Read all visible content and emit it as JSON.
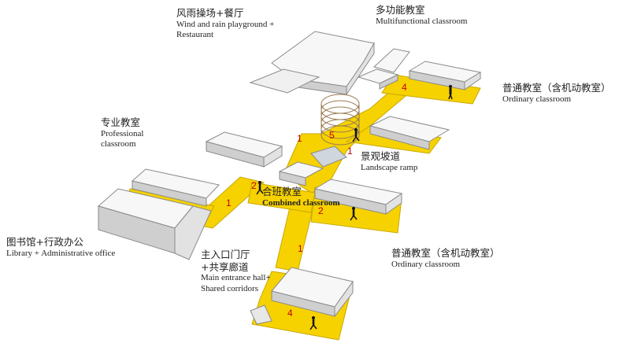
{
  "colors": {
    "corridor": "#f6d200",
    "corridor_edge": "#c8a800",
    "building_top": "#f7f7f7",
    "building_side": "#cfcfcf",
    "building_edge": "#8a8a8a",
    "floor_number": "#c40000"
  },
  "labels": {
    "wind_rain": {
      "zh": "风雨操场+餐厅",
      "en1": "Wind and rain playground +",
      "en2": "Restaurant"
    },
    "multifunctional": {
      "zh": "多功能教室",
      "en1": "Multifunctional classroom"
    },
    "ordinary_top": {
      "zh": "普通教室（含机动教室）",
      "en1": "Ordinary classroom"
    },
    "professional": {
      "zh": "专业教室",
      "en1": "Professional",
      "en2": "classroom"
    },
    "landscape_ramp": {
      "zh": "景观坡道",
      "en1": "Landscape ramp"
    },
    "combined": {
      "zh": "合班教室",
      "en1": "Combined classroom"
    },
    "library": {
      "zh": "图书馆+行政办公",
      "en1": "Library + Administrative office"
    },
    "main_entrance": {
      "zh1": "主入口门厅",
      "zh2": "+共享廊道",
      "en1": "Main entrance hall+",
      "en2": "Shared corridors"
    },
    "ordinary_bottom": {
      "zh": "普通教室（含机动教室）",
      "en1": "Ordinary classroom"
    }
  },
  "floor_numbers": [
    "5",
    "4",
    "1",
    "1",
    "2",
    "1",
    "2",
    "1",
    "4"
  ],
  "icons": [
    "walking-person-icon",
    "running-person-icon",
    "spiral-ramp-icon"
  ]
}
